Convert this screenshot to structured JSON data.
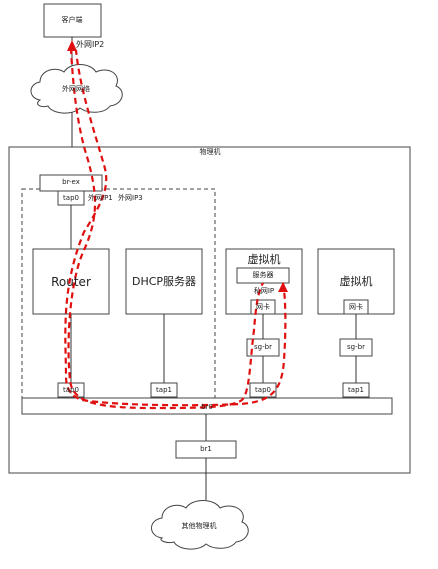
{
  "nodes": {
    "client": "客户端",
    "internet": "外网网络",
    "physical_host": "物理机",
    "br_ex": "br-ex",
    "tap0_top": "tap0",
    "router": "Router",
    "dhcp": "DHCP服务器",
    "vm1": "虚拟机",
    "vm1_server": "服务器",
    "vm1_private_ip": "私网IP",
    "vm1_nic": "网卡",
    "vm1_sgbr": "sg-br",
    "vm1_tap0": "tap0",
    "vm2": "虚拟机",
    "vm2_nic": "网卡",
    "vm2_sgbr": "sg-br",
    "vm2_tap1": "tap1",
    "router_tap0": "tap0",
    "dhcp_tap1": "tap1",
    "br0": "br0",
    "br1": "br1",
    "other_hosts": "其他物理机"
  },
  "ip_labels": {
    "ext_ip2": "外网IP2",
    "ext_ip1": "外网IP1",
    "ext_ip3": "外网IP3"
  },
  "colors": {
    "line": "#333333",
    "path": "#e01010",
    "box_border": "#444444"
  }
}
